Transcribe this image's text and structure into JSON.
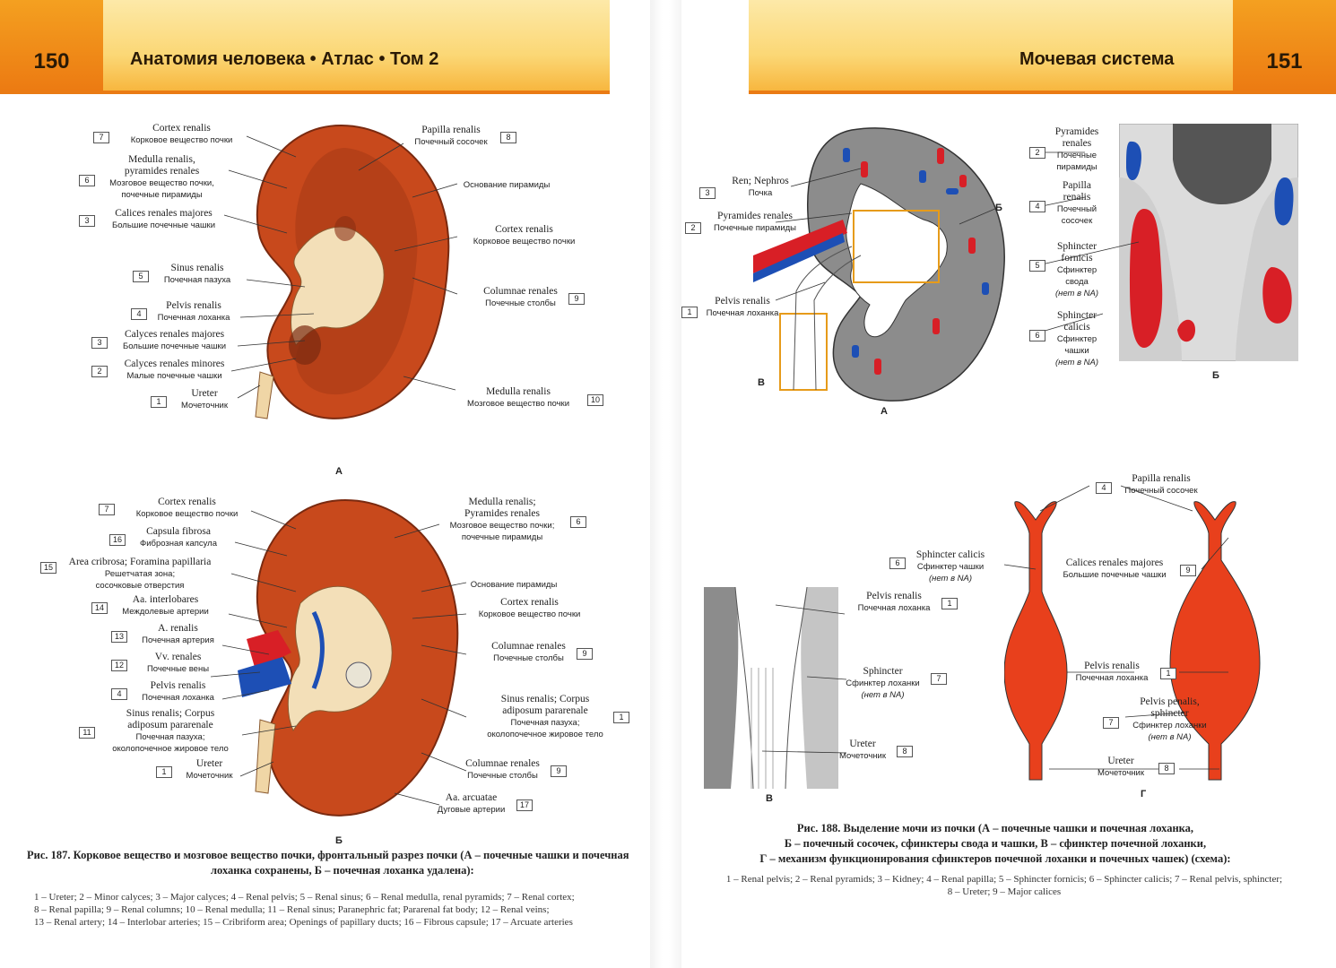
{
  "left_page": {
    "page_number": "150",
    "running_title": "Анатомия человека • Атлас • Том 2",
    "figure_a_letter": "А",
    "figure_b_letter": "Б",
    "fig_a_labels": [
      {
        "n": "7",
        "la": "Cortex renalis",
        "ru": "Корковое вещество почки"
      },
      {
        "n": "6",
        "la": "Medulla renalis,",
        "la2": "pyramides renales",
        "ru": "Мозговое вещество почки,",
        "ru2": "почечные пирамиды"
      },
      {
        "n": "3",
        "la": "Calices renales majores",
        "ru": "Большие почечные чашки"
      },
      {
        "n": "5",
        "la": "Sinus renalis",
        "ru": "Почечная пазуха"
      },
      {
        "n": "4",
        "la": "Pelvis renalis",
        "ru": "Почечная лоханка"
      },
      {
        "n": "3",
        "la": "Calyces renales majores",
        "ru": "Большие почечные чашки"
      },
      {
        "n": "2",
        "la": "Calyces renales minores",
        "ru": "Малые почечные чашки"
      },
      {
        "n": "1",
        "la": "Ureter",
        "ru": "Мочеточник"
      },
      {
        "n": "8",
        "la": "Papilla renalis",
        "ru": "Почечный сосочек"
      },
      {
        "n": "",
        "la": "",
        "ru": "Основание пирамиды"
      },
      {
        "n": "7",
        "la": "Cortex renalis",
        "ru": "Корковое вещество почки"
      },
      {
        "n": "9",
        "la": "Columnae renales",
        "ru": "Почечные столбы"
      },
      {
        "n": "10",
        "la": "Medulla renalis",
        "ru": "Мозговое вещество почки"
      }
    ],
    "fig_b_labels": [
      {
        "n": "7",
        "la": "Cortex renalis",
        "ru": "Корковое вещество почки"
      },
      {
        "n": "16",
        "la": "Capsula fibrosa",
        "ru": "Фиброзная капсула"
      },
      {
        "n": "15",
        "la": "Area cribrosa; Foramina papillaria",
        "ru": "Решетчатая зона;",
        "ru2": "сосочковые отверстия"
      },
      {
        "n": "14",
        "la": "Aa. interlobares",
        "ru": "Междолевые артерии"
      },
      {
        "n": "13",
        "la": "A. renalis",
        "ru": "Почечная артерия"
      },
      {
        "n": "12",
        "la": "Vv. renales",
        "ru": "Почечные вены"
      },
      {
        "n": "4",
        "la": "Pelvis renalis",
        "ru": "Почечная лоханка"
      },
      {
        "n": "11",
        "la": "Sinus renalis; Corpus",
        "la2": "adiposum pararenale",
        "ru": "Почечная пазуха;",
        "ru2": "околопочечное жировое тело"
      },
      {
        "n": "1",
        "la": "Ureter",
        "ru": "Мочеточник"
      },
      {
        "n": "6",
        "la": "Medulla renalis;",
        "la2": "Pyramides renales",
        "ru": "Мозговое вещество почки;",
        "ru2": "почечные пирамиды"
      },
      {
        "n": "",
        "la": "",
        "ru": "Основание пирамиды"
      },
      {
        "n": "7",
        "la": "Cortex renalis",
        "ru": "Корковое вещество почки"
      },
      {
        "n": "9",
        "la": "Columnae renales",
        "ru": "Почечные столбы"
      },
      {
        "n": "1",
        "la": "Sinus renalis; Corpus",
        "la2": "adiposum pararenale",
        "ru": "Почечная пазуха;",
        "ru2": "околопочечное жировое тело"
      },
      {
        "n": "9",
        "la": "Columnae renales",
        "ru": "Почечные столбы"
      },
      {
        "n": "17",
        "la": "Aa. arcuatae",
        "ru": "Дуговые артерии"
      }
    ],
    "caption_line1": "Рис. 187. Корковое вещество и мозговое вещество почки, фронтальный разрез почки (А – почечные чашки и почечная",
    "caption_line2": "лоханка сохранены, Б – почечная лоханка удалена):",
    "legend_line1": "1 – Ureter; 2 – Minor calyces; 3 – Major calyces; 4 – Renal pelvis; 5 – Renal sinus; 6 – Renal medulla, renal pyramids; 7 – Renal cortex;",
    "legend_line2": "8 – Renal papilla; 9 – Renal columns; 10 – Renal medulla; 11 – Renal sinus; Paranephric fat; Pararenal fat body; 12 – Renal veins;",
    "legend_line3": "13 – Renal artery; 14 – Interlobar arteries; 15 – Cribriform area; Openings of papillary ducts; 16 – Fibrous capsule; 17 – Arcuate arteries"
  },
  "right_page": {
    "page_number": "151",
    "running_title": "Мочевая система",
    "fig_letters": {
      "a": "А",
      "b": "Б",
      "v": "В",
      "g": "Г"
    },
    "fig_a_labels": [
      {
        "n": "3",
        "la": "Ren; Nephros",
        "ru": "Почка"
      },
      {
        "n": "2",
        "la": "Pyramides renales",
        "ru": "Почечные пирамиды"
      },
      {
        "n": "1",
        "la": "Pelvis renalis",
        "ru": "Почечная лоханка"
      },
      {
        "n": "",
        "la": "Б",
        "ru": ""
      },
      {
        "n": "",
        "la": "В",
        "ru": ""
      }
    ],
    "fig_b_labels": [
      {
        "n": "2",
        "la": "Pyramides",
        "la2": "renales",
        "ru": "Почечные",
        "ru2": "пирамиды"
      },
      {
        "n": "4",
        "la": "Papilla",
        "la2": "renalis",
        "ru": "Почечный",
        "ru2": "сосочек"
      },
      {
        "n": "5",
        "la": "Sphincter",
        "la2": "fornicis",
        "ru": "Сфинктер",
        "ru2": "свода",
        "na": "(нет в NA)"
      },
      {
        "n": "6",
        "la": "Sphincter",
        "la2": "calicis",
        "ru": "Сфинктер",
        "ru2": "чашки",
        "na": "(нет в NA)"
      }
    ],
    "fig_v_labels": [
      {
        "n": "1",
        "la": "Pelvis renalis",
        "ru": "Почечная лоханка"
      },
      {
        "n": "7",
        "la": "Sphincter",
        "ru": "Сфинктер лоханки",
        "na": "(нет в NA)"
      },
      {
        "n": "8",
        "la": "Ureter",
        "ru": "Мочеточник"
      }
    ],
    "fig_g_labels": [
      {
        "n": "4",
        "la": "Papilla renalis",
        "ru": "Почечный сосочек"
      },
      {
        "n": "6",
        "la": "Sphincter calicis",
        "ru": "Сфинктер чашки",
        "na": "(нет в NA)"
      },
      {
        "n": "9",
        "la": "Calices renales majores",
        "ru": "Большие почечные чашки"
      },
      {
        "n": "1",
        "la": "Pelvis renalis",
        "ru": "Почечная лоханка"
      },
      {
        "n": "7",
        "la": "Pelvis penalis,",
        "la2": "sphincter",
        "ru": "Сфинктер лоханки",
        "na": "(нет в NA)"
      },
      {
        "n": "8",
        "la": "Ureter",
        "ru": "Мочеточник"
      }
    ],
    "caption_line1": "Рис. 188. Выделение мочи из почки (А – почечные чашки и почечная лоханка,",
    "caption_line2": "Б – почечный сосочек, сфинктеры свода и чашки, В – сфинктер почечной лоханки,",
    "caption_line3": "Г – механизм функционирования сфинктеров почечной лоханки и почечных чашек) (схема):",
    "legend_line1": "1 – Renal pelvis; 2 – Renal pyramids; 3 – Kidney; 4 – Renal papilla; 5 – Sphincter fornicis; 6 – Sphincter calicis; 7 – Renal pelvis, sphincter;",
    "legend_line2": "8 – Ureter; 9 – Major calices"
  },
  "colors": {
    "header_orange": "#ec7a12",
    "header_yellow": "#fbd775",
    "cortex": "#c8491c",
    "sinus": "#f3dfb8",
    "diagram_gray": "#8c8c8c",
    "diagram_red": "#e8401c",
    "artery_red": "#d81f26",
    "vein_blue": "#1d4fb5"
  }
}
